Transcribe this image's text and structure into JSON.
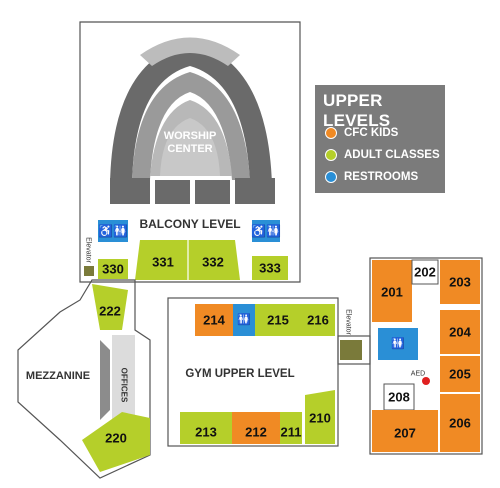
{
  "colors": {
    "kids": "#f08a24",
    "adult": "#b5cf2a",
    "restroom": "#2a8fd6",
    "gray": "#8c8c8c",
    "dark": "#6a6a6a",
    "light": "#c8c8c8"
  },
  "legend": {
    "title": "UPPER LEVELS",
    "items": [
      {
        "label": "CFC KIDS",
        "color": "#f08a24"
      },
      {
        "label": "ADULT CLASSES",
        "color": "#b5cf2a"
      },
      {
        "label": "RESTROOMS",
        "color": "#2a8fd6"
      }
    ]
  },
  "areas": {
    "worship_line1": "WORSHIP",
    "worship_line2": "CENTER",
    "balcony": "BALCONY LEVEL",
    "gym": "GYM UPPER LEVEL",
    "mezzanine": "MEZZANINE",
    "offices": "OFFICES",
    "elevator": "Elevator",
    "aed": "AED"
  },
  "rooms": {
    "r330": "330",
    "r331": "331",
    "r332": "332",
    "r333": "333",
    "r222": "222",
    "r220": "220",
    "r214": "214",
    "r215": "215",
    "r216": "216",
    "r213": "213",
    "r212": "212",
    "r211": "211",
    "r210": "210",
    "r201": "201",
    "r202": "202",
    "r203": "203",
    "r204": "204",
    "r205": "205",
    "r206": "206",
    "r207": "207",
    "r208": "208"
  }
}
